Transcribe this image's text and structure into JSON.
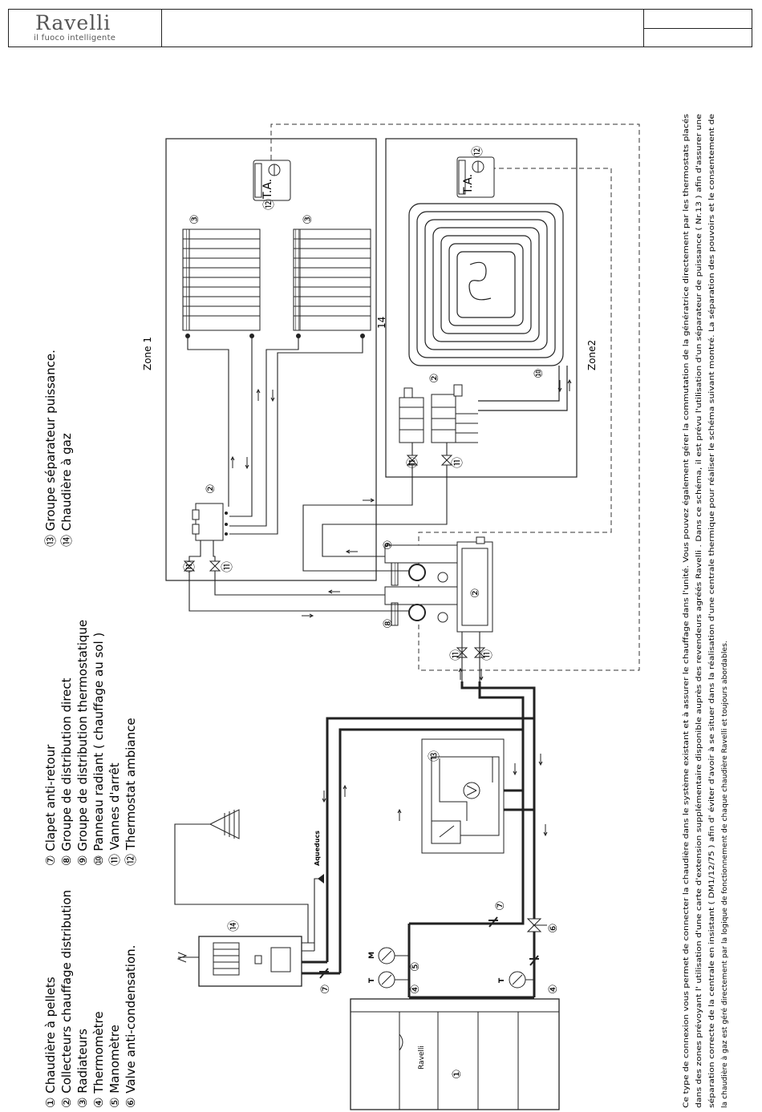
{
  "header": {
    "brand": "Ravelli",
    "tagline": "il fuoco intelligente"
  },
  "legend_left": [
    "① Chaudière à pellets",
    "② Collecteurs chauffage distribution",
    "③ Radiateurs",
    "④ Thermomètre",
    "⑤ Manomètre",
    "⑥ Valve anti-condensation."
  ],
  "legend_mid": [
    "⑦ Clapet anti-retour",
    "⑧ Groupe de distribution direct",
    "⑨ Groupe de distribution thermostatique",
    "⑩ Panneau radiant ( chauffage au sol )",
    "⑪ Vannes d'arrêt",
    "⑫ Thermostat ambiance"
  ],
  "legend_right": [
    "⑬ Groupe séparateur puissance.",
    "⑭ Chaudière à gaz"
  ],
  "labels": {
    "zone1": "Zone 1",
    "zone2": "Zone2",
    "ta": "T.A.",
    "aqueducs": "Aqueducs",
    "num14": "14",
    "t": "T",
    "m": "M",
    "boiler_brand": "Ravelli"
  },
  "description": [
    "Ce type de connexion vous permet de connecter la chaudière dans le système existant et à assurer le chauffage dans l'unité. Vous pouvez également gérer la commutation de la génératrice directement par les thermostats placés",
    "dans des zones prévoyant l' utilisation d'une carte d'extension supplémentaire disponible auprès des revendeurs agréés Ravelli . Dans ce schéma, il est prévu l'utilisation d'un séparateur de puissance ( Nr.13 ) afin d'assurer une",
    "séparation correcte de la centrale en insistant ( DM1/12/75 ) afin d' éviter d'avoir à se situer dans la réalisation d'une centrale thermique pour réaliser le schéma suivant montré. La séparation des pouvoirs et le consentement de",
    "la chaudière à gaz est géré directement par la logique de fonctionnement de chaque chaudière Ravelli et toujours abordables."
  ]
}
